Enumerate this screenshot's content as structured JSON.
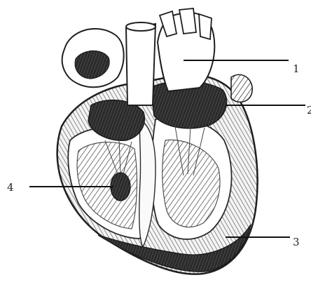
{
  "diagram": {
    "labels": [
      {
        "id": "label-1",
        "text": "1"
      },
      {
        "id": "label-2",
        "text": "2"
      },
      {
        "id": "label-3",
        "text": "3"
      },
      {
        "id": "label-4",
        "text": "4"
      }
    ]
  }
}
